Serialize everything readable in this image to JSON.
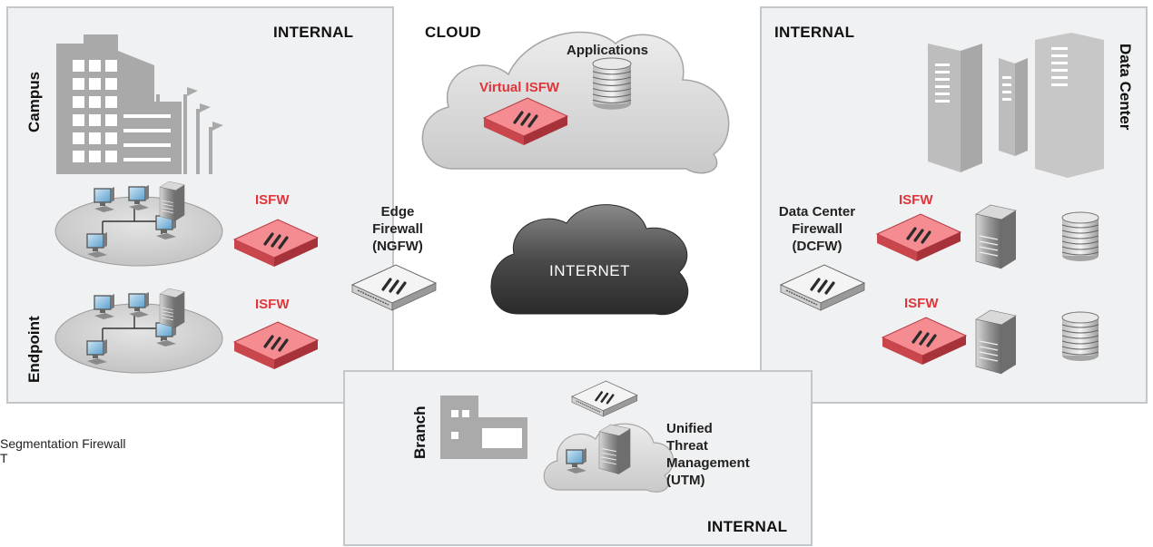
{
  "zones": {
    "campus_internal": "INTERNAL",
    "cloud": "CLOUD",
    "datacenter_internal": "INTERNAL",
    "branch_internal": "INTERNAL"
  },
  "side_labels": {
    "campus": "Campus",
    "endpoint": "Endpoint",
    "data_center": "Data Center",
    "branch": "Branch"
  },
  "cloud": {
    "applications": "Applications",
    "virtual_isfw": "Virtual ISFW"
  },
  "internet": "INTERNET",
  "firewalls": {
    "isfw_campus": "ISFW",
    "isfw_endpoint": "ISFW",
    "isfw_dc_top": "ISFW",
    "isfw_dc_bottom": "ISFW",
    "edge_line1": "Edge",
    "edge_line2": "Firewall",
    "edge_line3": "(NGFW)",
    "dc_line1": "Data Center",
    "dc_line2": "Firewall",
    "dc_line3": "(DCFW)"
  },
  "utm": {
    "line1": "Unified",
    "line2": "Threat",
    "line3": "Management",
    "line4": "(UTM)"
  },
  "legend_partial": {
    "line1": "Segmentation Firewall",
    "line2": "T"
  },
  "colors": {
    "zone_fill": "#f0f1f2",
    "zone_border": "#c2c7cb",
    "accent_red": "#e2353b",
    "firewall_red": "#f07c82",
    "building_gray": "#aaaaaa",
    "internet_dark": "#4a4a4a"
  }
}
